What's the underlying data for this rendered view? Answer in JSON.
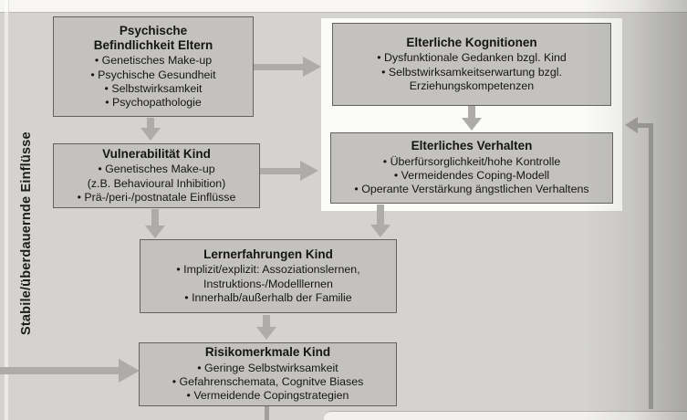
{
  "side_label": "Stabile/überdauernde Einflüsse",
  "boxes": {
    "eltern": {
      "title": "Psychische\nBefindlichkeit Eltern",
      "items": [
        "Genetisches Make-up",
        "Psychische Gesundheit",
        "Selbstwirksamkeit",
        "Psychopathologie"
      ]
    },
    "kognitionen": {
      "title": "Elterliche Kognitionen",
      "items": [
        "Dysfunktionale Gedanken bzgl. Kind",
        "Selbstwirksamkeitserwartung bzgl.\nErziehungskompetenzen"
      ]
    },
    "vulnerabilitaet": {
      "title": "Vulnerabilität Kind",
      "items": [
        "Genetisches Make-up\n(z.B. Behavioural Inhibition)",
        "Prä-/peri-/postnatale Einflüsse"
      ]
    },
    "verhalten": {
      "title": "Elterliches Verhalten",
      "items": [
        "Überfürsorglichkeit/hohe Kontrolle",
        "Vermeidendes Coping-Modell",
        "Operante Verstärkung ängstlichen Verhaltens"
      ]
    },
    "lernerfahrungen": {
      "title": "Lernerfahrungen Kind",
      "items": [
        "Implizit/explizit: Assoziationslernen,\nInstruktions-/Modelllernen",
        "Innerhalb/außerhalb der Familie"
      ]
    },
    "risikomerkmale": {
      "title": "Risikomerkmale Kind",
      "items": [
        "Geringe Selbstwirksamkeit",
        "Gefahrenschemata, Cognitve Biases",
        "Vermeidende Copingstrategien"
      ]
    }
  },
  "colors": {
    "background": "#d4d3cf",
    "box_fill": "#c3c2be",
    "box_border": "#63625f",
    "arrow": "#adaca8",
    "feedback_line": "#a2a19d",
    "highlight_frame": "#fbfbf9",
    "text": "#151515"
  }
}
